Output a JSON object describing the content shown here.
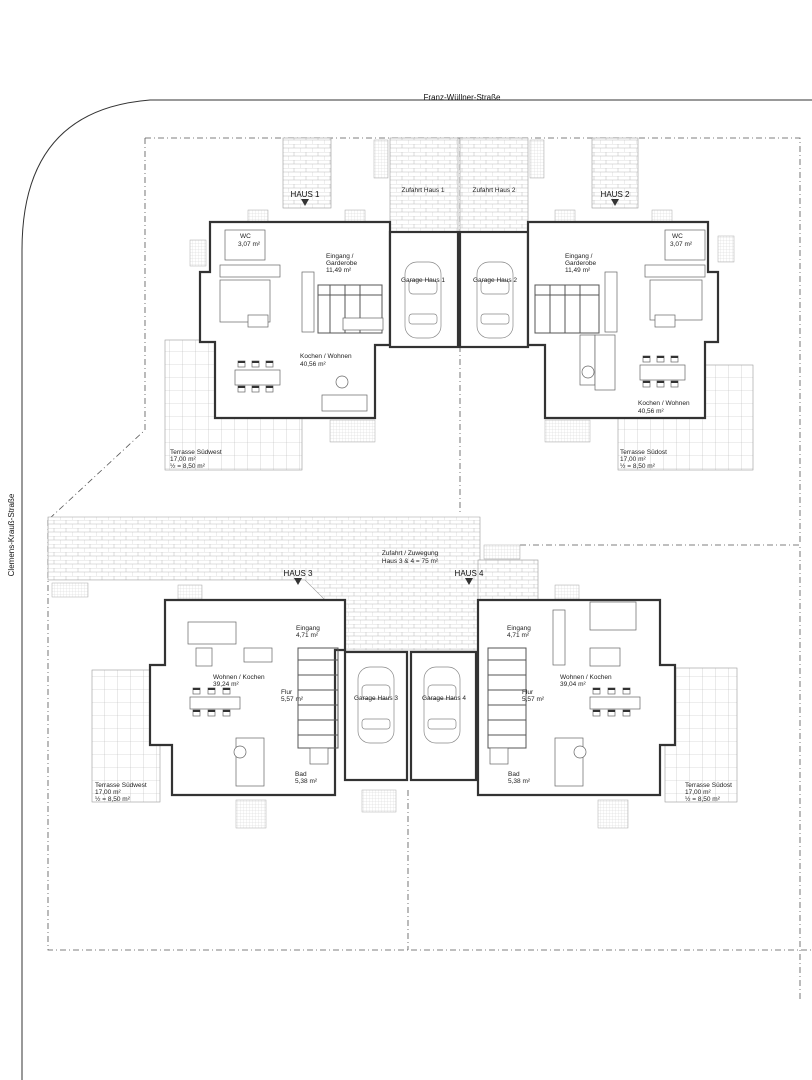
{
  "streets": {
    "north": "Franz-Wüllner-Straße",
    "west": "Clemens-Krauß-Straße"
  },
  "driveways": {
    "haus1": "Zufahrt Haus 1",
    "haus2": "Zufahrt Haus 2",
    "haus34_line1": "Zufahrt / Zuwegung",
    "haus34_line2": "Haus 3 & 4 = 75 m²"
  },
  "houses": [
    {
      "name": "HAUS 1",
      "rooms": {
        "wc": {
          "name": "WC",
          "area": "3,07 m²"
        },
        "entry": {
          "name1": "Eingang /",
          "name2": "Garderobe",
          "area": "11,49 m²"
        },
        "living": {
          "name": "Kochen / Wohnen",
          "area": "40,56 m²"
        },
        "garage": {
          "name": "Garage Haus 1"
        }
      },
      "terrace": {
        "name": "Terrasse Südwest",
        "area": "17,00 m²",
        "half": "½ = 8,50 m²"
      }
    },
    {
      "name": "HAUS 2",
      "rooms": {
        "wc": {
          "name": "WC",
          "area": "3,07 m²"
        },
        "entry": {
          "name1": "Eingang /",
          "name2": "Garderobe",
          "area": "11,49 m²"
        },
        "living": {
          "name": "Kochen / Wohnen",
          "area": "40,56 m²"
        },
        "garage": {
          "name": "Garage Haus 2"
        }
      },
      "terrace": {
        "name": "Terrasse Südost",
        "area": "17,00 m²",
        "half": "½ = 8,50 m²"
      }
    },
    {
      "name": "HAUS 3",
      "rooms": {
        "entry": {
          "name": "Eingang",
          "area": "4,71 m²"
        },
        "living": {
          "name": "Wohnen / Kochen",
          "area": "39,24 m²"
        },
        "hall": {
          "name": "Flur",
          "area": "5,57 m²"
        },
        "bath": {
          "name": "Bad",
          "area": "5,38 m²"
        },
        "garage": {
          "name": "Garage Haus 3"
        }
      },
      "terrace": {
        "name": "Terrasse Südwest",
        "area": "17,00 m²",
        "half": "½ = 8,50 m²"
      }
    },
    {
      "name": "HAUS 4",
      "rooms": {
        "entry": {
          "name": "Eingang",
          "area": "4,71 m²"
        },
        "living": {
          "name": "Wohnen / Kochen",
          "area": "39,04 m²"
        },
        "hall": {
          "name": "Flur",
          "area": "5,57 m²"
        },
        "bath": {
          "name": "Bad",
          "area": "5,38 m²"
        },
        "garage": {
          "name": "Garage Haus 4"
        }
      },
      "terrace": {
        "name": "Terrasse Südost",
        "area": "17,00 m²",
        "half": "½ = 8,50 m²"
      }
    }
  ]
}
